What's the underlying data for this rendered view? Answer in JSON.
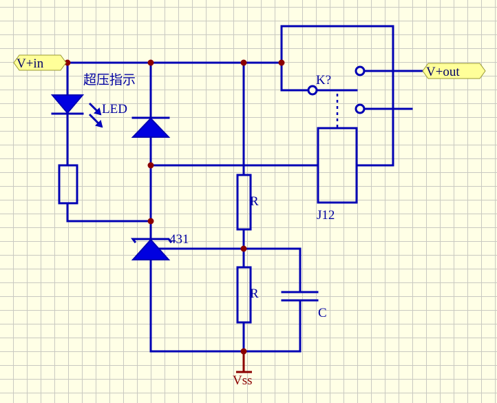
{
  "ports": {
    "vin": "V+in",
    "vout": "V+out"
  },
  "labels": {
    "overvoltage_indicator": "超压指示",
    "led": "LED",
    "relay_contact": "K?",
    "relay_coil": "J12",
    "regulator": "431",
    "resistor_top": "R",
    "resistor_bottom": "R",
    "capacitor": "C",
    "ground": "Vss"
  },
  "colors": {
    "wire": "#0000b4",
    "junction": "#8b0000",
    "port_fill": "#ffff99",
    "background": "#ffffe6"
  }
}
